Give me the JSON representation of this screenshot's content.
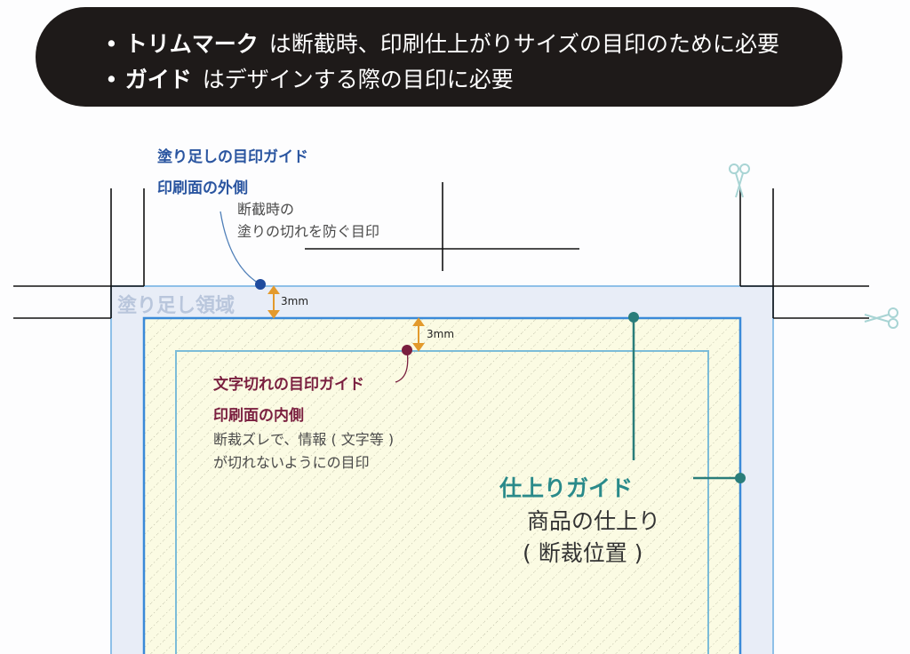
{
  "banner": {
    "line1_bold": "トリムマーク",
    "line1_rest": "は断截時、印刷仕上がりサイズの目印のために必要",
    "line2_bold": "ガイド",
    "line2_rest": "はデザインする際の目印に必要"
  },
  "bleed_guide": {
    "title": "塗り足しの目印ガイド",
    "subtitle": "印刷面の外側",
    "desc1": "断截時の",
    "desc2": "塗りの切れを防ぐ目印"
  },
  "bleed_area_label": "塗り足し領域",
  "measure_outer": "3mm",
  "measure_inner": "3mm",
  "safe_guide": {
    "title": "文字切れの目印ガイド",
    "subtitle": "印刷面の内側",
    "desc1": "断裁ズレで、情報 ( 文字等 )",
    "desc2": "が切れないようにの目印"
  },
  "trim_guide": {
    "title": "仕上りガイド",
    "desc1": "商品の仕上り",
    "desc2": "( 断裁位置 )"
  },
  "colors": {
    "bleed_fill": "#e8edf7",
    "trim": "#3a8ad8",
    "safe": "#7cbcd8",
    "teal": "#2a7d7a",
    "orange": "#e39a2d",
    "maroon": "#7a1f3f",
    "blue_dot": "#1f4b9e"
  }
}
